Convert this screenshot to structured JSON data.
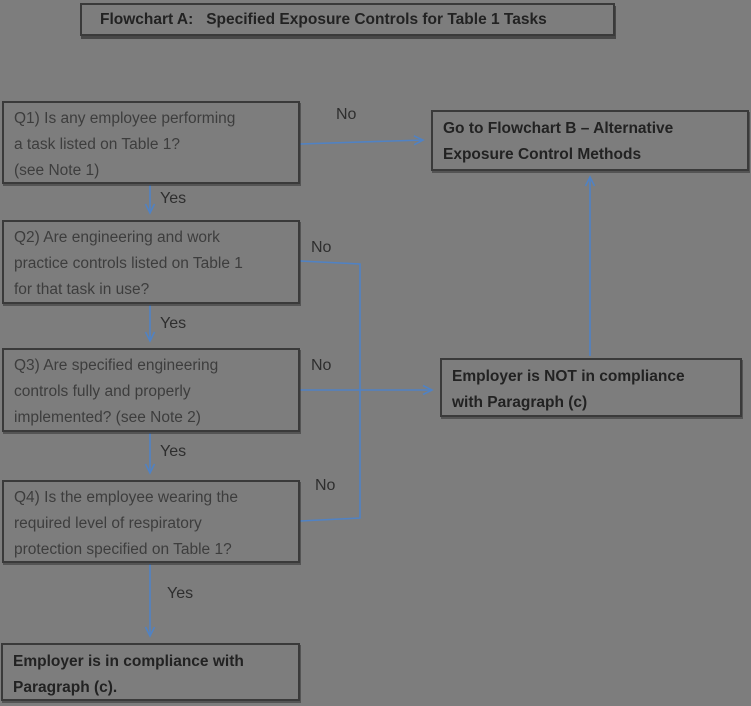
{
  "title": "Flowchart A:   Specified Exposure Controls for Table 1 Tasks",
  "colors": {
    "background": "#7d7d7d",
    "box_border": "#3a3a3a",
    "line": "#5082c4",
    "text": "#3d3d3d",
    "bold_text": "#222222",
    "label_text": "#2e2e2e"
  },
  "nodes": {
    "q1": {
      "text": "Q1) Is any employee performing\na task listed on Table 1?\n(see Note 1)"
    },
    "q2": {
      "text": "Q2) Are engineering and work\npractice controls listed on Table 1\nfor that task in use?"
    },
    "q3": {
      "text": "Q3) Are specified engineering\ncontrols fully and properly\nimplemented? (see Note 2)"
    },
    "q4": {
      "text": "Q4) Is the employee wearing the\nrequired level of respiratory\nprotection specified on Table 1?"
    },
    "flowchart_b": {
      "text": "Go to Flowchart B – Alternative\nExposure Control Methods"
    },
    "not_compliance": {
      "text": "Employer is NOT in compliance\nwith Paragraph (c)"
    },
    "compliance": {
      "text": "Employer is in compliance with\nParagraph (c)."
    }
  },
  "edges": {
    "q1_no": {
      "label": "No",
      "from": "q1",
      "to": "flowchart_b"
    },
    "q1_yes": {
      "label": "Yes",
      "from": "q1",
      "to": "q2"
    },
    "q2_no": {
      "label": "No",
      "from": "q2",
      "to": "not_compliance"
    },
    "q2_yes": {
      "label": "Yes",
      "from": "q2",
      "to": "q3"
    },
    "q3_no": {
      "label": "No",
      "from": "q3",
      "to": "not_compliance"
    },
    "q3_yes": {
      "label": "Yes",
      "from": "q3",
      "to": "q4"
    },
    "q4_no": {
      "label": "No",
      "from": "q4",
      "to": "not_compliance"
    },
    "q4_yes": {
      "label": "Yes",
      "from": "q4",
      "to": "compliance"
    },
    "not_to_b": {
      "label": "",
      "from": "not_compliance",
      "to": "flowchart_b"
    }
  }
}
